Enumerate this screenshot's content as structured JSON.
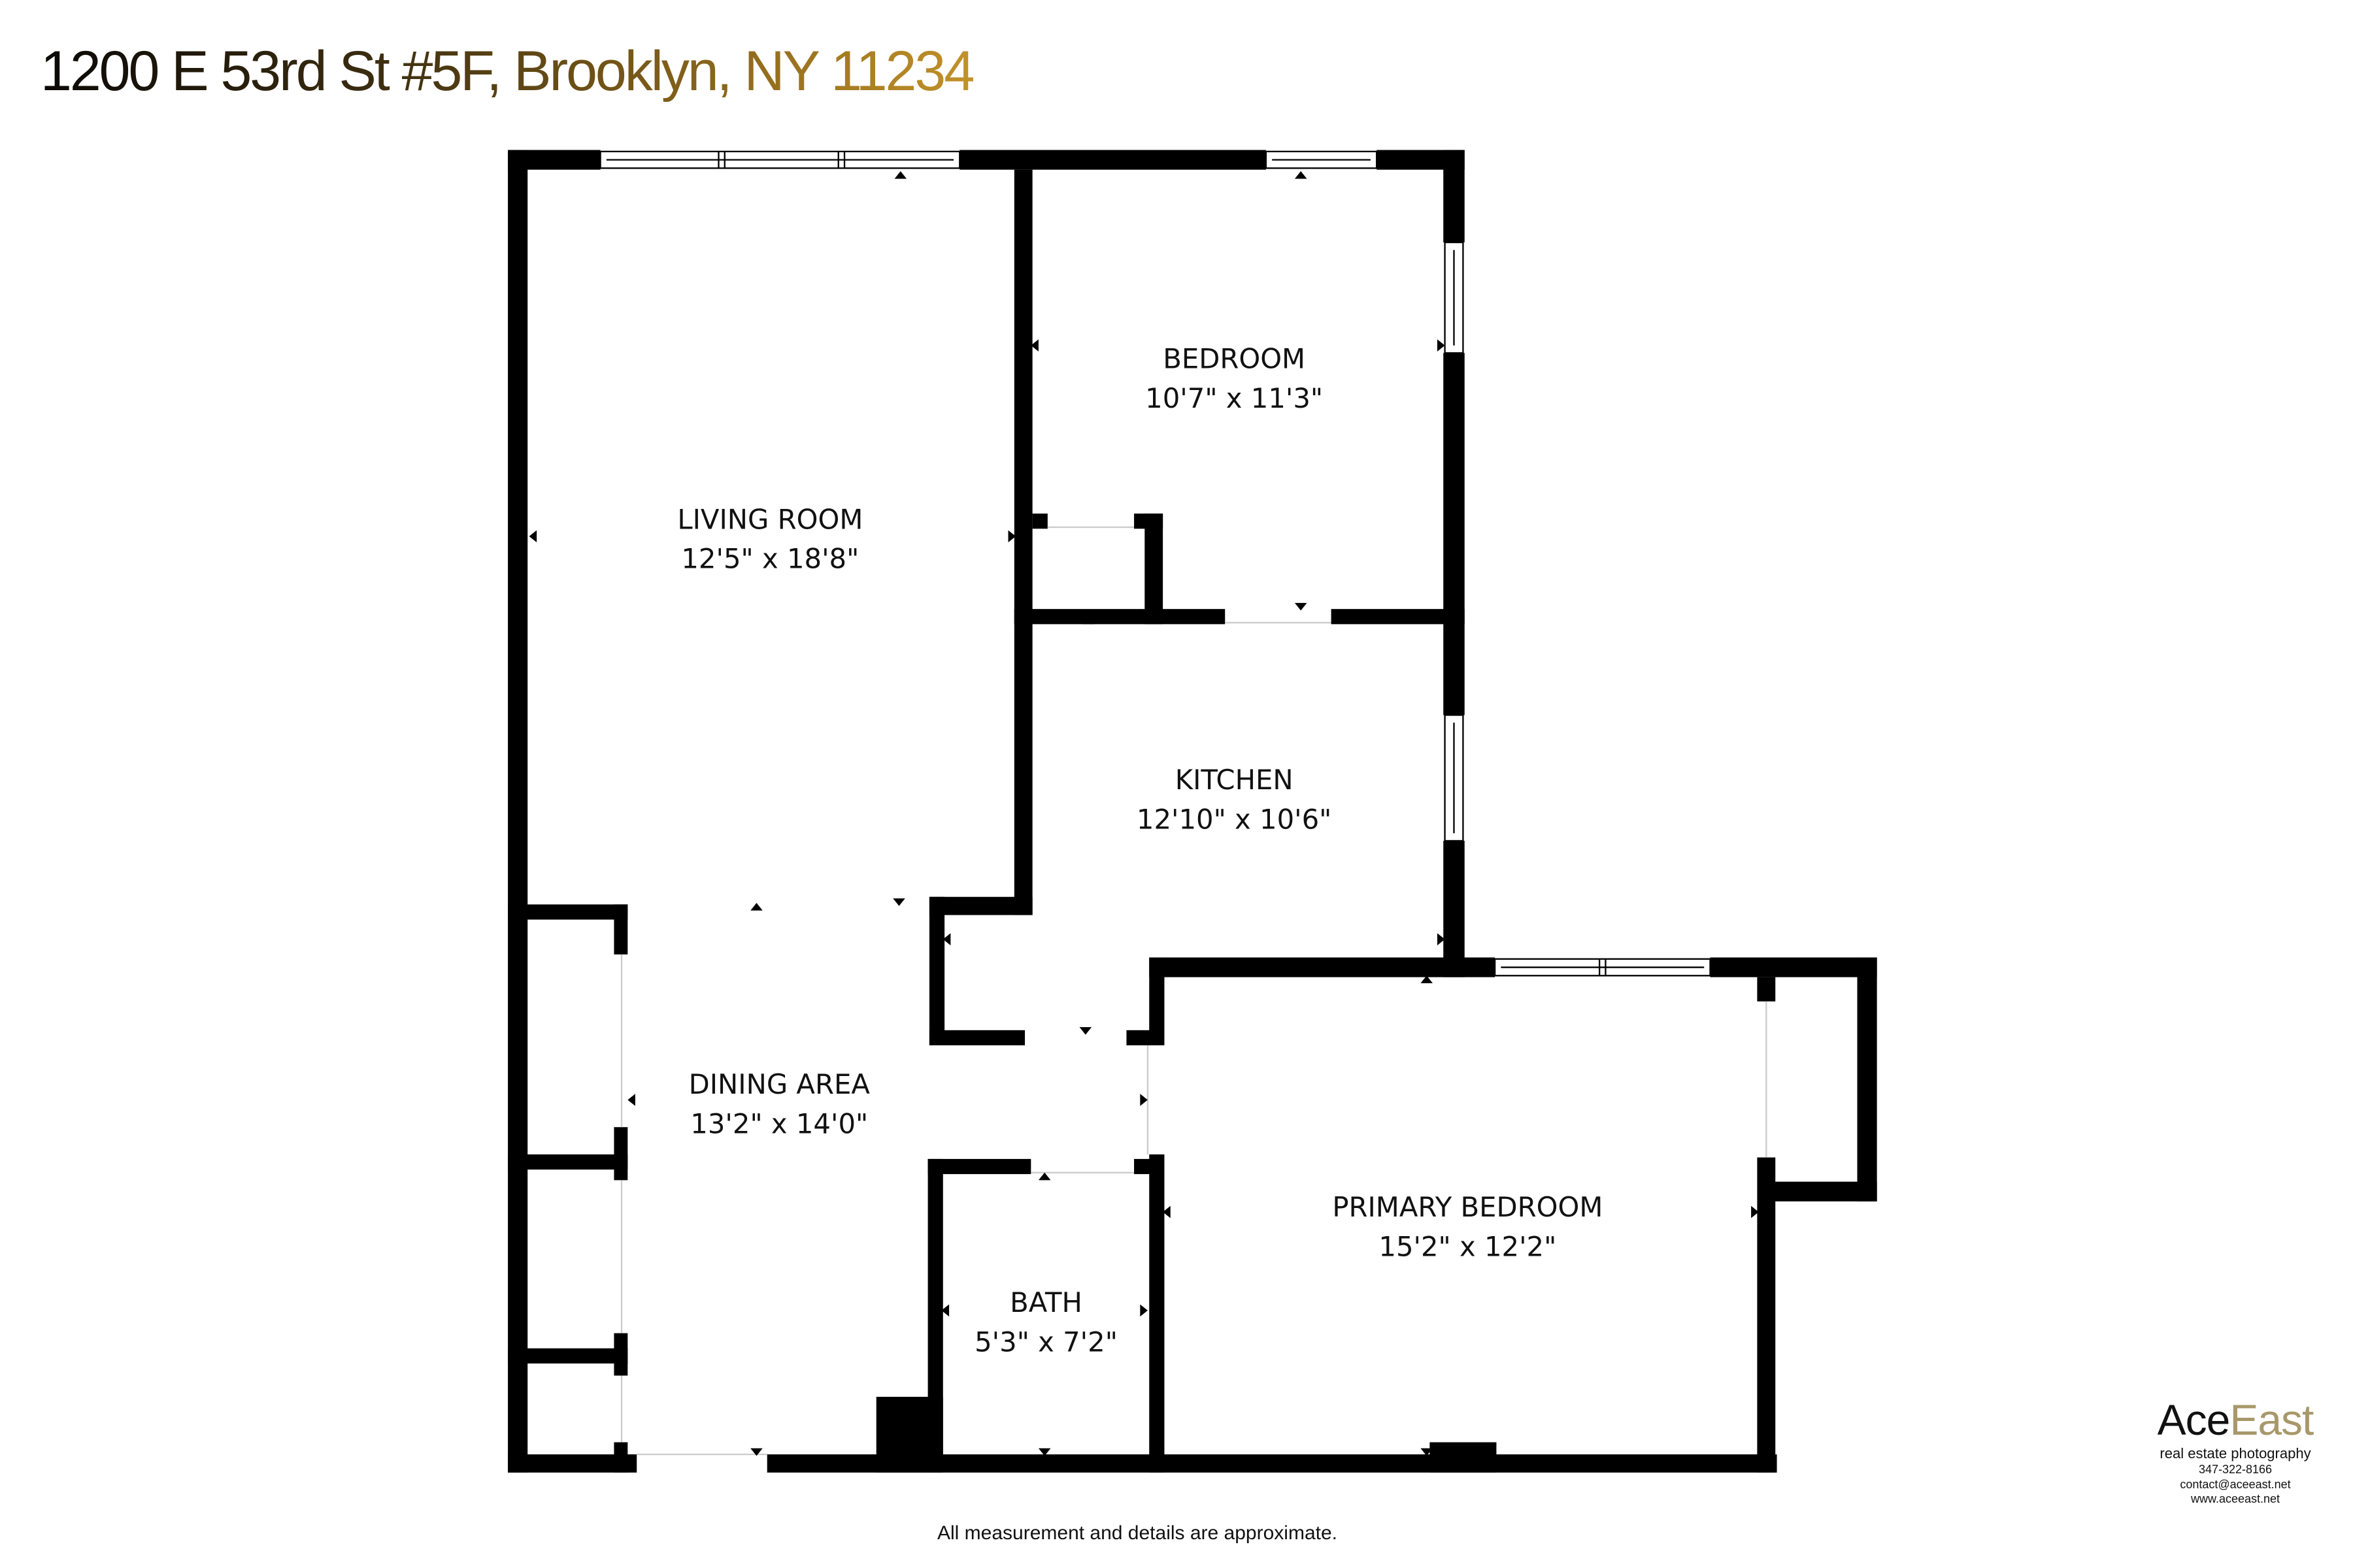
{
  "header": {
    "address": "1200 E 53rd St #5F, Brooklyn, NY 11234",
    "gradient_colors": [
      "#0a0806",
      "#c2922a"
    ]
  },
  "rooms": [
    {
      "name": "LIVING ROOM",
      "dimensions": "12'5\" x 18'8\""
    },
    {
      "name": "BEDROOM",
      "dimensions": "10'7\" x 11'3\""
    },
    {
      "name": "KITCHEN",
      "dimensions": "12'10\" x 10'6\""
    },
    {
      "name": "DINING AREA",
      "dimensions": "13'2\" x 14'0\""
    },
    {
      "name": "PRIMARY BEDROOM",
      "dimensions": "15'2\" x 12'2\""
    },
    {
      "name": "BATH",
      "dimensions": "5'3\" x 7'2\""
    }
  ],
  "footer": {
    "disclaimer": "All measurement and details are approximate."
  },
  "branding": {
    "brand_part1": "Ace",
    "brand_part2": "East",
    "tagline": "real estate photography",
    "phone": "347-322-8166",
    "email": "contact@aceeast.net",
    "website": "www.aceeast.net",
    "accent_color": "#a8986a"
  },
  "colors": {
    "wall": "#000000",
    "background": "#ffffff"
  }
}
